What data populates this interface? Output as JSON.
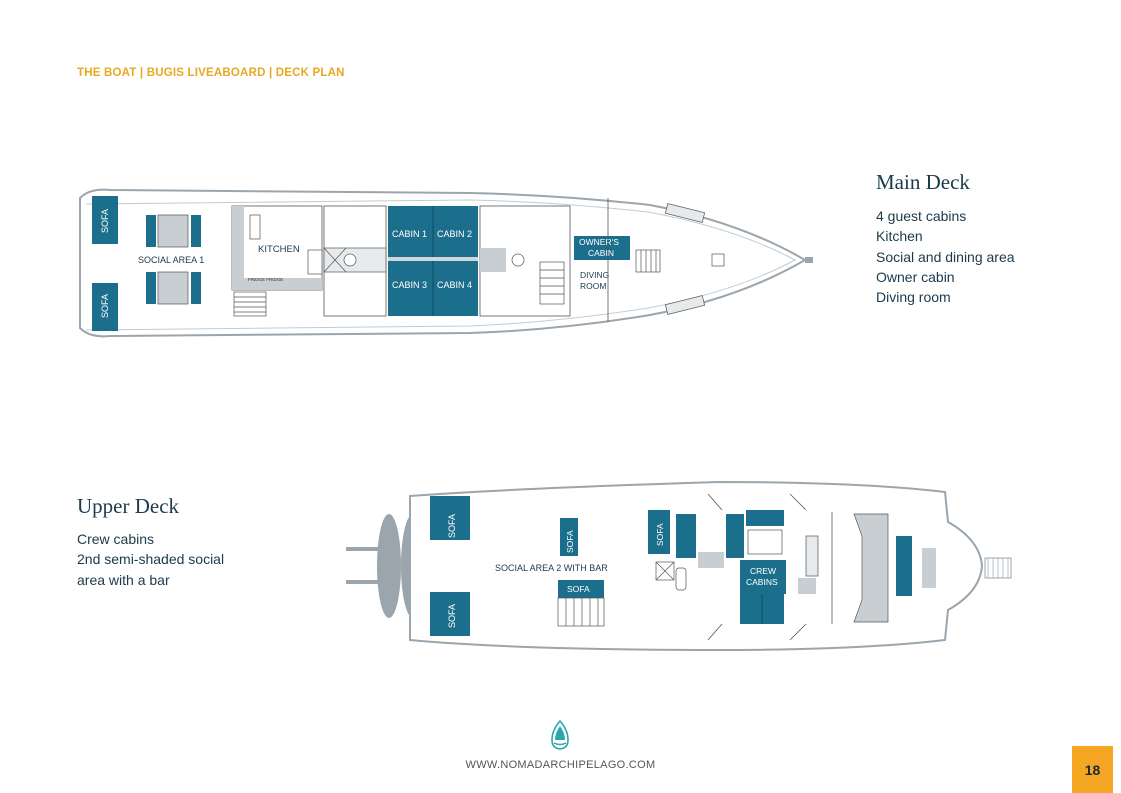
{
  "header": {
    "breadcrumb": "THE BOAT  |  BUGIS LIVEABOARD  |  DECK PLAN"
  },
  "main_deck": {
    "title": "Main Deck",
    "features": [
      "4 guest cabins",
      "Kitchen",
      "Social and dining area",
      "Owner cabin",
      "Diving room"
    ],
    "labels": {
      "sofa": "SOFA",
      "social_area": "SOCIAL AREA 1",
      "kitchen": "KITCHEN",
      "fridge": "FRIDGE FRIDGE",
      "cabin1": "CABIN 1",
      "cabin2": "CABIN 2",
      "cabin3": "CABIN 3",
      "cabin4": "CABIN 4",
      "owners_line1": "OWNER'S",
      "owners_line2": "CABIN",
      "diving_line1": "DIVING",
      "diving_line2": "ROOM"
    }
  },
  "upper_deck": {
    "title": "Upper Deck",
    "features": [
      "Crew cabins",
      "2nd semi-shaded social",
      "area with a bar"
    ],
    "labels": {
      "sofa": "SOFA",
      "social_area": "SOCIAL AREA 2 WITH BAR",
      "crew_line1": "CREW",
      "crew_line2": "CABINS"
    }
  },
  "footer": {
    "url": "WWW.NOMADARCHIPELAGO.COM",
    "page_number": "18"
  },
  "colors": {
    "accent": "#e8a820",
    "cabin": "#1c6f8c",
    "text": "#1b3a4b",
    "page_badge": "#f5a623"
  }
}
